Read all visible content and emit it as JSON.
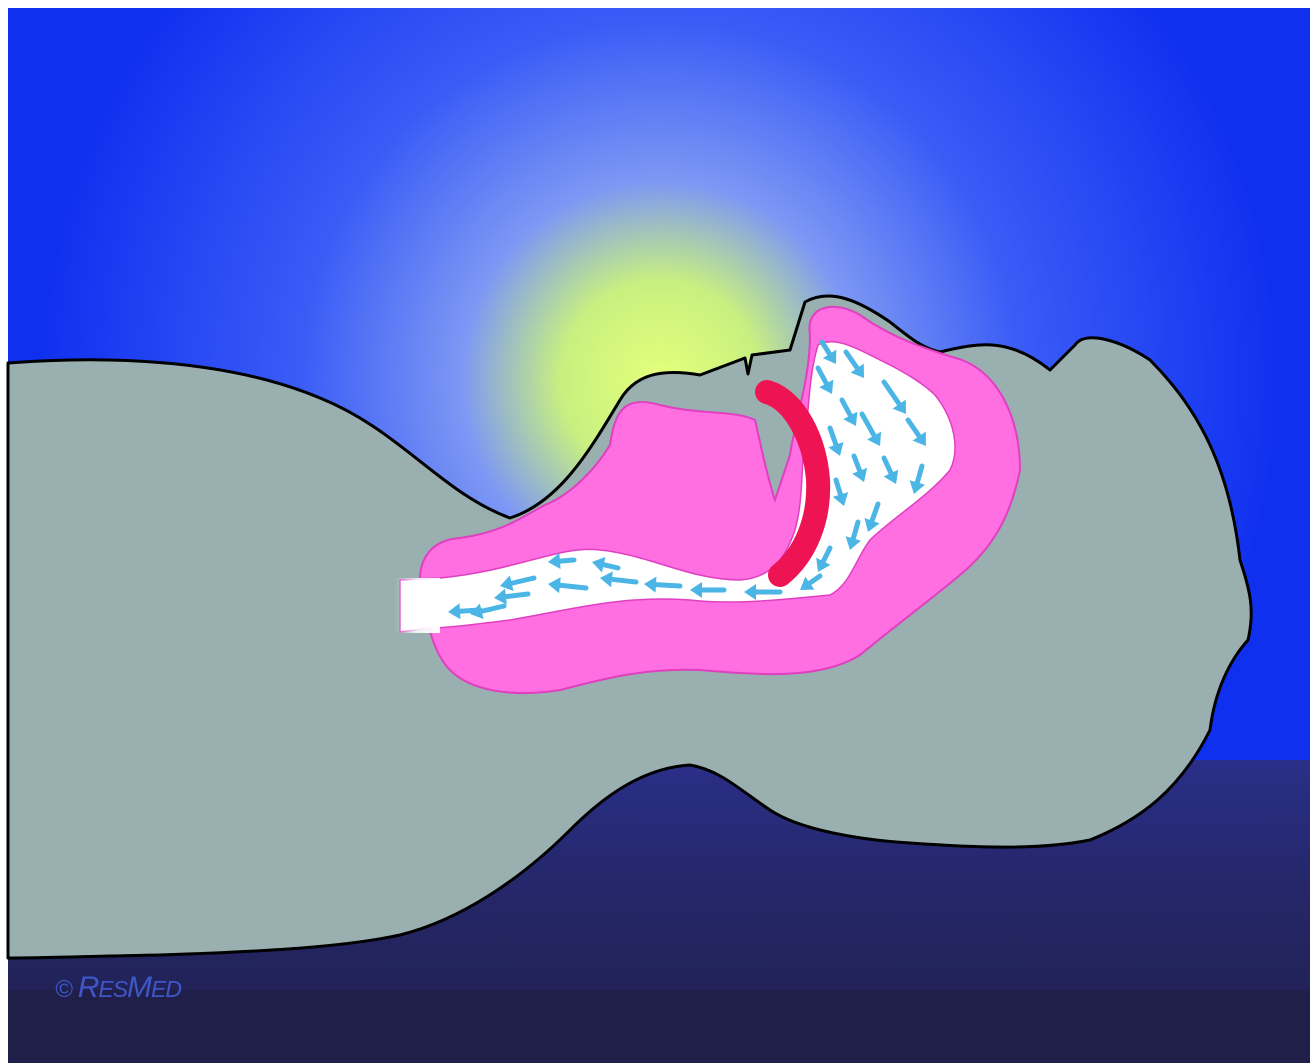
{
  "image": {
    "background_colors": {
      "sky_top": "#1030f0",
      "glow_center": "#d8ff80",
      "floor": "#252766",
      "floor_bottom": "#1f1f4a"
    },
    "figure_colors": {
      "body": "#9aafb0",
      "outline": "#000000",
      "airway_tissue": "#ff6fe2",
      "airway_outline": "#e040c0",
      "airway_channel": "#ffffff",
      "soft_palate": "#ee1453",
      "airflow_arrows": "#4bb6e6"
    },
    "airflow_arrow_count": 27
  },
  "copyright": {
    "symbol": "©",
    "brand_initial_1": "R",
    "brand_rest_1": "ES",
    "brand_initial_2": "M",
    "brand_rest_2": "ED"
  }
}
